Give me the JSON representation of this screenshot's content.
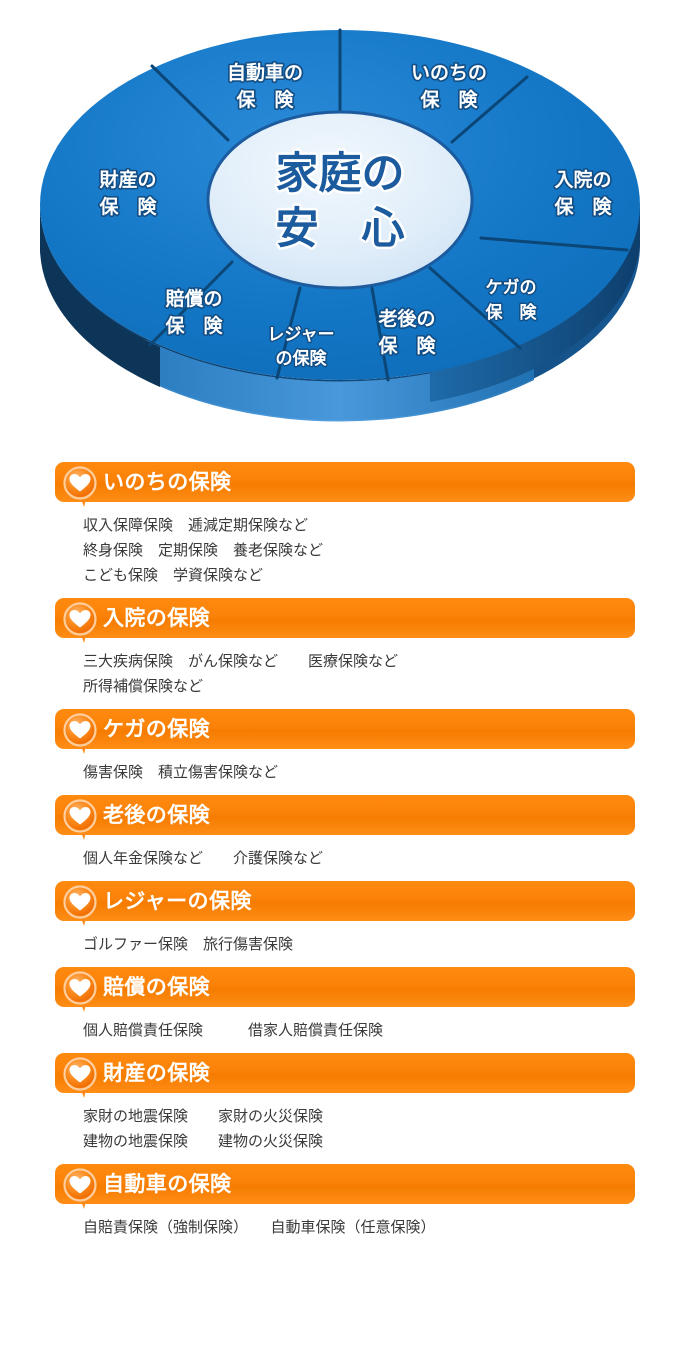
{
  "diagram": {
    "center": {
      "line1": "家庭の",
      "line2": "安　心"
    },
    "segments": [
      {
        "id": "life",
        "line1": "いのちの",
        "line2": "保　険"
      },
      {
        "id": "hospital",
        "line1": "入院の",
        "line2": "保　険"
      },
      {
        "id": "injury",
        "line1": "ケガの",
        "line2": "保　険"
      },
      {
        "id": "oldage",
        "line1": "老後の",
        "line2": "保　険"
      },
      {
        "id": "leisure",
        "line1": "レジャー",
        "line2": "の保険"
      },
      {
        "id": "liability",
        "line1": "賠償の",
        "line2": "保　険"
      },
      {
        "id": "property",
        "line1": "財産の",
        "line2": "保　険"
      },
      {
        "id": "car",
        "line1": "自動車の",
        "line2": "保　険"
      }
    ],
    "colors": {
      "segment_top": "#1878c8",
      "segment_top_alt": "#0f6fbe",
      "segment_side_dark": "#0f3f6b",
      "segment_side_mid": "#1a5e9c",
      "segment_side_light": "#3f92d8",
      "segment_edge": "#0d4a80",
      "center_fill": "#dcebf8",
      "center_stroke": "#1b5b9e",
      "label_text": "#ffffff",
      "label_outline": "#134f86",
      "center_text": "#1b5b9e"
    }
  },
  "theme": {
    "bar_orange": "#f97f08",
    "bar_orange_light": "#ff8d16",
    "body_text": "#3a3a3a",
    "page_bg": "#ffffff",
    "heart_fill": "#ffffff"
  },
  "sections": [
    {
      "id": "life",
      "icon": "heart-speech-bubble-icon",
      "title": "いのちの保険",
      "lines": [
        "収入保障保険　逓減定期保険など",
        "終身保険　定期保険　養老保険など",
        "こども保険　学資保険など"
      ]
    },
    {
      "id": "hospital",
      "icon": "heart-speech-bubble-icon",
      "title": "入院の保険",
      "lines": [
        "三大疾病保険　がん保険など　　医療保険など",
        "所得補償保険など"
      ]
    },
    {
      "id": "injury",
      "icon": "heart-speech-bubble-icon",
      "title": "ケガの保険",
      "lines": [
        "傷害保険　積立傷害保険など"
      ]
    },
    {
      "id": "oldage",
      "icon": "heart-speech-bubble-icon",
      "title": "老後の保険",
      "lines": [
        "個人年金保険など　　介護保険など"
      ]
    },
    {
      "id": "leisure",
      "icon": "heart-speech-bubble-icon",
      "title": "レジャーの保険",
      "lines": [
        "ゴルファー保険　旅行傷害保険"
      ]
    },
    {
      "id": "liability",
      "icon": "heart-speech-bubble-icon",
      "title": "賠償の保険",
      "lines": [
        "個人賠償責任保険　　　借家人賠償責任保険"
      ]
    },
    {
      "id": "property",
      "icon": "heart-speech-bubble-icon",
      "title": "財産の保険",
      "lines": [
        "家財の地震保険　　家財の火災保険",
        "建物の地震保険　　建物の火災保険"
      ]
    },
    {
      "id": "car",
      "icon": "heart-speech-bubble-icon",
      "title": "自動車の保険",
      "lines": [
        "自賠責保険（強制保険）　　自動車保険（任意保険）"
      ]
    }
  ]
}
